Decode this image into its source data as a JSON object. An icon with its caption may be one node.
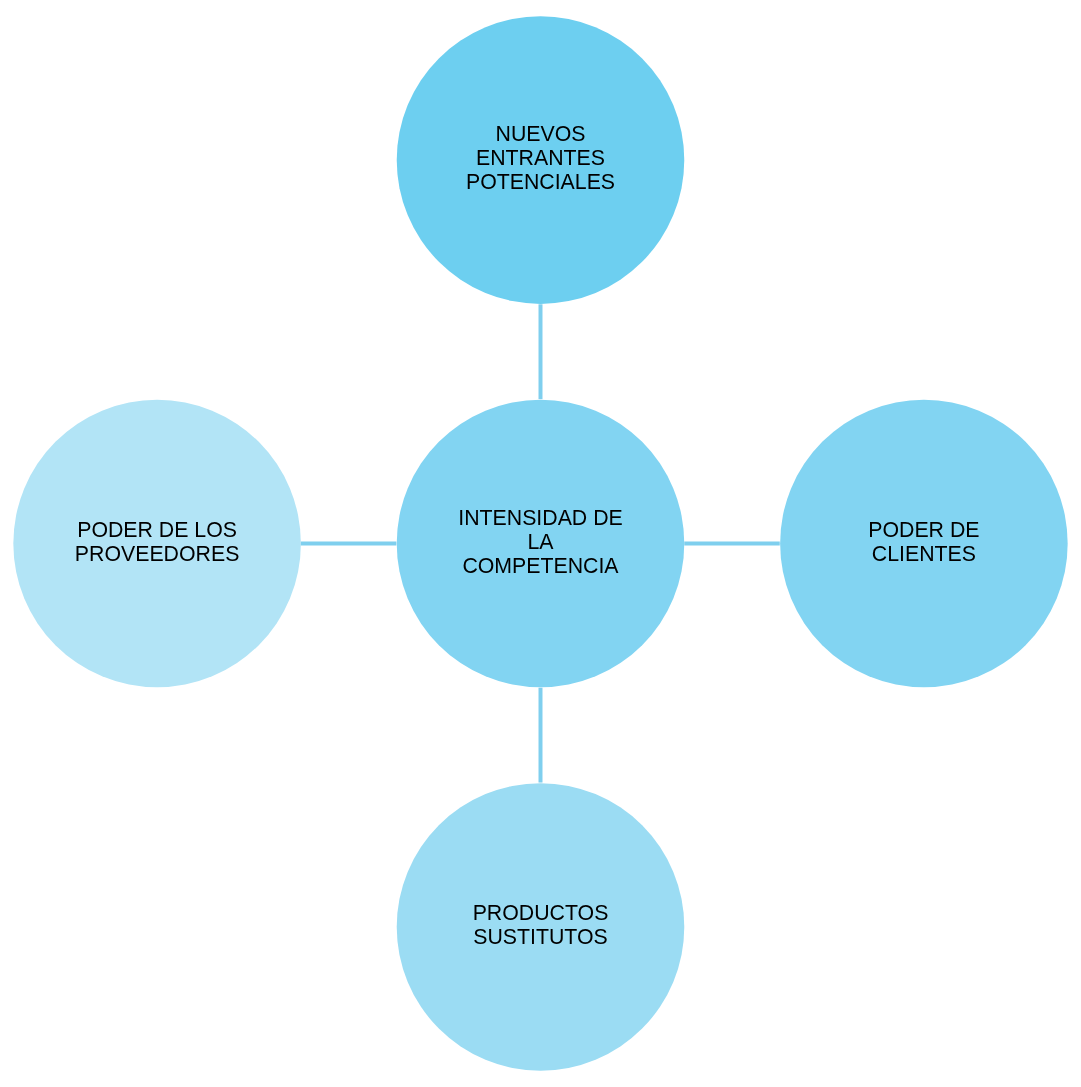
{
  "diagram": {
    "nodes": [
      {
        "text": [
          "NUEVOS ENTRANTES POTENCIALES"
        ]
      },
      {
        "text": [
          "PODER DE LOS PROVEEDORES"
        ]
      },
      {
        "text": [
          "INTENSIDAD DE LA COMPETENCIA"
        ]
      },
      {
        "text": [
          "PODER DE CLIENTES"
        ]
      },
      {
        "text": [
          "PRODUCTOS SUSTITUTOS"
        ]
      }
    ],
    "edges": [
      {
        "from": 0,
        "to": 2,
        "arrow": "none"
      },
      {
        "from": 1,
        "to": 2,
        "arrow": "none"
      },
      {
        "from": 2,
        "to": 3,
        "arrow": "none"
      },
      {
        "from": 2,
        "to": 4,
        "arrow": "none"
      }
    ]
  }
}
